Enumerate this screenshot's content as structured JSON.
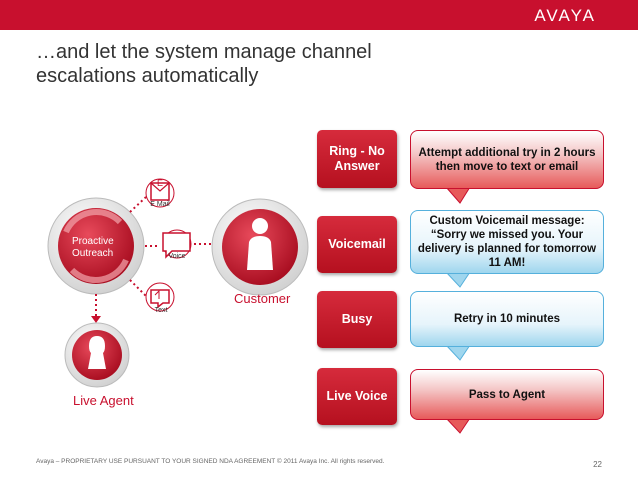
{
  "header": {
    "brand": "AVAYA"
  },
  "title": "…and let the system manage channel escalations automatically",
  "diagram": {
    "proactive_outreach": "Proactive Outreach",
    "channels": {
      "email": "E Mail",
      "voice": "Voice",
      "text": "Text"
    },
    "email_glyph": "E",
    "customer": "Customer",
    "live_agent": "Live Agent"
  },
  "rules": [
    {
      "condition": "Ring - No Answer",
      "action": "Attempt additional try in 2 hours then move to text or email",
      "style": "red"
    },
    {
      "condition": "Voicemail",
      "action": "Custom Voicemail message: “Sorry we missed you. Your delivery is planned for tomorrow 11 AM!",
      "style": "blue"
    },
    {
      "condition": "Busy",
      "action": "Retry in 10 minutes",
      "style": "blue"
    },
    {
      "condition": "Live Voice",
      "action": "Pass to Agent",
      "style": "red"
    }
  ],
  "colors": {
    "brand_red": "#c8102e",
    "callout_blue": "#55b0dc",
    "dark_red": "#8a0c1c"
  },
  "footer": {
    "legal": "Avaya – PROPRIETARY USE PURSUANT TO YOUR SIGNED NDA AGREEMENT © 2011 Avaya Inc. All rights reserved.",
    "page": "22"
  }
}
